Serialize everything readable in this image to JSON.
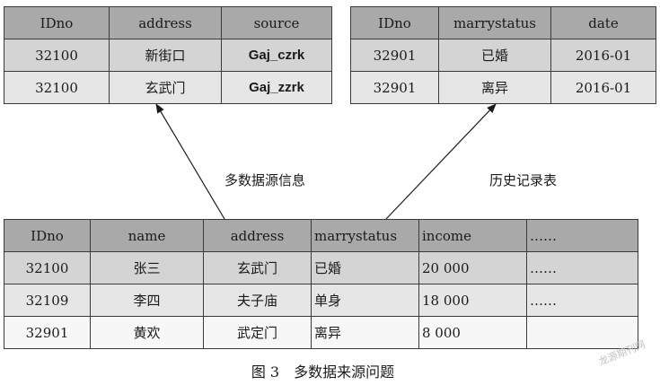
{
  "source_table": {
    "headers": [
      "IDno",
      "address",
      "source"
    ],
    "rows": [
      [
        "32100",
        "新街口",
        "Gaj_czrk"
      ],
      [
        "32100",
        "玄武门",
        "Gaj_zzrk"
      ]
    ]
  },
  "history_table": {
    "headers": [
      "IDno",
      "marrystatus",
      "date"
    ],
    "rows": [
      [
        "32901",
        "已婚",
        "2016-01"
      ],
      [
        "32901",
        "离异",
        "2016-01"
      ]
    ]
  },
  "main_table": {
    "headers": [
      "IDno",
      "name",
      "address",
      "marrystatus",
      "income",
      "……"
    ],
    "rows": [
      [
        "32100",
        "张三",
        "玄武门",
        "已婚",
        "20 000",
        "……"
      ],
      [
        "32109",
        "李四",
        "夫子庙",
        "单身",
        "18 000",
        "……"
      ],
      [
        "32901",
        "黄欢",
        "武定门",
        "离异",
        "8 000",
        ""
      ]
    ]
  },
  "labels": {
    "multi_source": "多数据源信息",
    "history": "历史记录表"
  },
  "caption": {
    "number": "图 3",
    "title": "多数据来源问题"
  },
  "watermark": "龙源期刊网"
}
